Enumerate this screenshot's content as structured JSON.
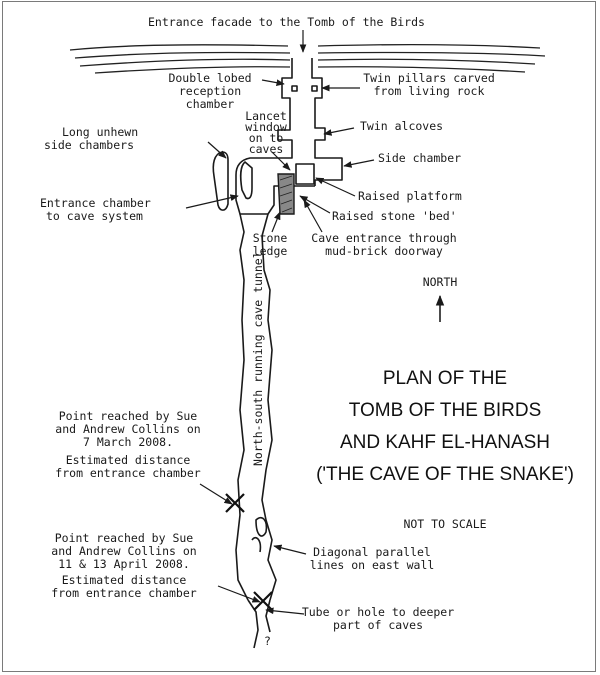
{
  "labels": {
    "entrance_facade": "Entrance facade to the Tomb of the Birds",
    "double_lobed": [
      "Double lobed",
      "reception",
      "chamber"
    ],
    "twin_pillars": [
      "Twin pillars carved",
      "from living rock"
    ],
    "lancet_window": [
      "Lancet",
      "window",
      "on to",
      "caves"
    ],
    "long_unhewn": [
      "Long unhewn",
      "side chambers"
    ],
    "twin_alcoves": "Twin alcoves",
    "side_chamber": "Side chamber",
    "raised_platform": "Raised platform",
    "entrance_chamber": [
      "Entrance chamber",
      "to cave system"
    ],
    "raised_stone_bed": "Raised stone 'bed'",
    "stone_ledge": [
      "Stone",
      "ledge"
    ],
    "cave_entrance": [
      "Cave entrance through",
      "mud-brick doorway"
    ],
    "north": "NORTH",
    "tunnel": "North-south running cave tunnel",
    "point1": [
      "Point reached by Sue",
      "and Andrew Collins on",
      "7 March 2008."
    ],
    "estimate1": [
      "Estimated distance",
      "from entrance chamber"
    ],
    "point2": [
      "Point reached by Sue",
      "and Andrew Collins on",
      "11 & 13 April 2008."
    ],
    "estimate2": [
      "Estimated distance",
      "from entrance chamber"
    ],
    "diagonal": [
      "Diagonal parallel",
      "lines on east wall"
    ],
    "tube": [
      "Tube or hole to deeper",
      "part of caves"
    ],
    "question": "?"
  },
  "title": {
    "lines": [
      "PLAN OF THE",
      "TOMB OF THE BIRDS",
      "AND KAHF EL-HANASH",
      "('THE CAVE OF THE SNAKE')"
    ],
    "scale_note": "NOT TO SCALE"
  },
  "colors": {
    "ink": "#1a1a1a",
    "paper": "#ffffff",
    "frame": "#7a7a7a"
  }
}
